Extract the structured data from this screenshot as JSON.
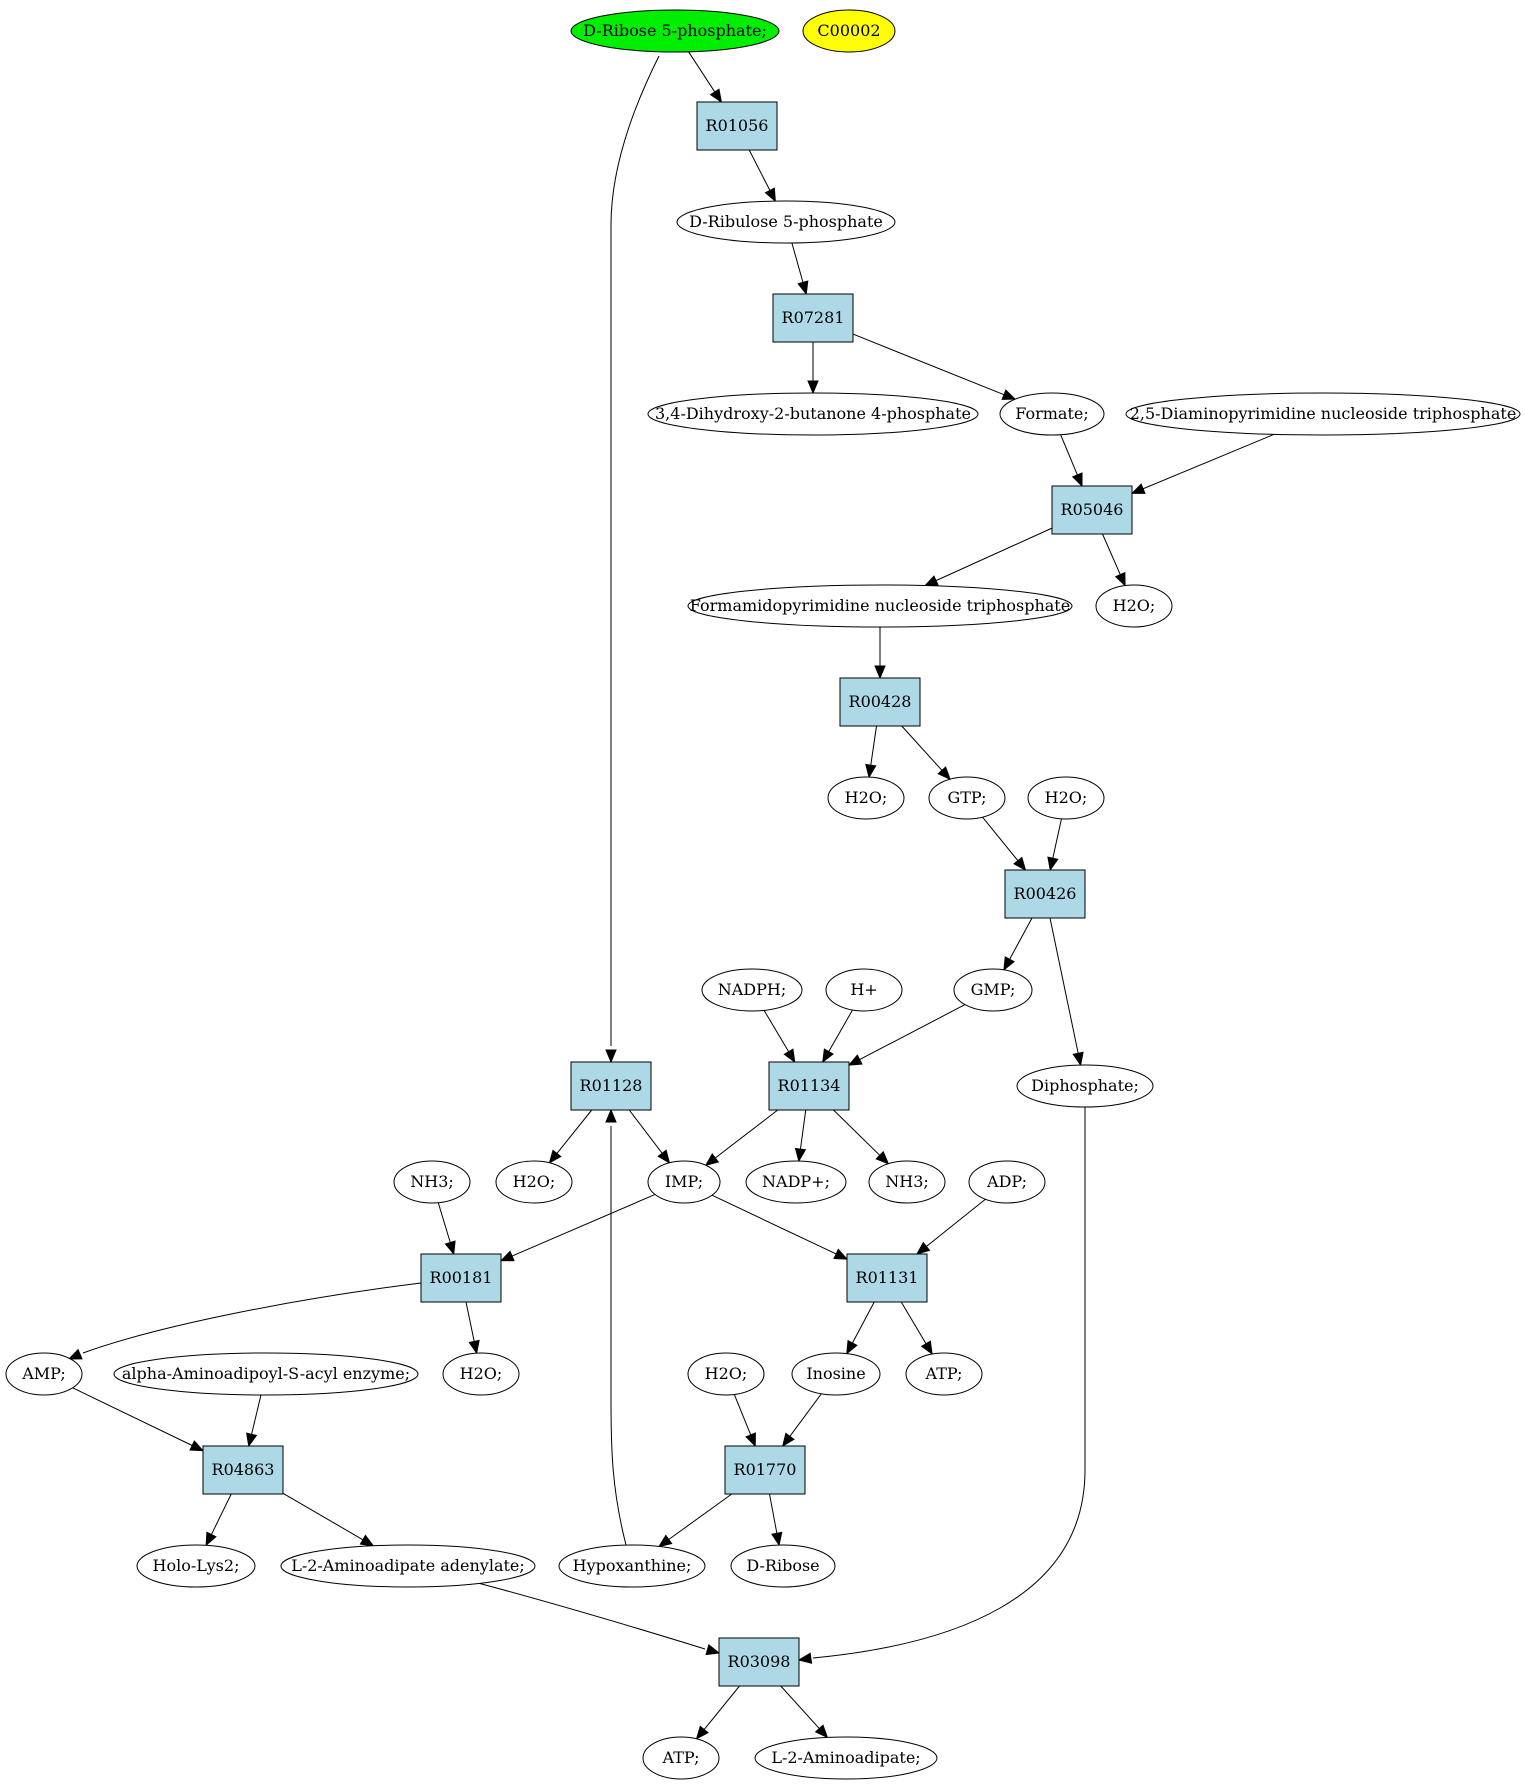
{
  "diagram": {
    "colors": {
      "start": "#00ee00",
      "target": "#ffff00",
      "reaction": "#add8e6",
      "compound": "#ffffff",
      "stroke": "#000000"
    },
    "nodes": [
      {
        "id": "c_rib5p",
        "label": "D-Ribose 5-phosphate;",
        "kind": "start"
      },
      {
        "id": "c_c00002",
        "label": "C00002",
        "kind": "target"
      },
      {
        "id": "r01056",
        "label": "R01056",
        "kind": "reaction"
      },
      {
        "id": "c_ribu5p",
        "label": "D-Ribulose 5-phosphate",
        "kind": "compound"
      },
      {
        "id": "r07281",
        "label": "R07281",
        "kind": "reaction"
      },
      {
        "id": "c_dhbp",
        "label": "3,4-Dihydroxy-2-butanone 4-phosphate",
        "kind": "compound"
      },
      {
        "id": "c_formate",
        "label": "Formate;",
        "kind": "compound"
      },
      {
        "id": "c_dapnt",
        "label": "2,5-Diaminopyrimidine nucleoside triphosphate",
        "kind": "compound"
      },
      {
        "id": "r05046",
        "label": "R05046",
        "kind": "reaction"
      },
      {
        "id": "c_fapnt",
        "label": "Formamidopyrimidine nucleoside triphosphate",
        "kind": "compound"
      },
      {
        "id": "c_h2o_a",
        "label": "H2O;",
        "kind": "compound"
      },
      {
        "id": "r00428",
        "label": "R00428",
        "kind": "reaction"
      },
      {
        "id": "c_h2o_b",
        "label": "H2O;",
        "kind": "compound"
      },
      {
        "id": "c_gtp",
        "label": "GTP;",
        "kind": "compound"
      },
      {
        "id": "c_h2o_c",
        "label": "H2O;",
        "kind": "compound"
      },
      {
        "id": "r00426",
        "label": "R00426",
        "kind": "reaction"
      },
      {
        "id": "c_nadph",
        "label": "NADPH;",
        "kind": "compound"
      },
      {
        "id": "c_hplus",
        "label": "H+",
        "kind": "compound"
      },
      {
        "id": "c_gmp",
        "label": "GMP;",
        "kind": "compound"
      },
      {
        "id": "r01128",
        "label": "R01128",
        "kind": "reaction"
      },
      {
        "id": "r01134",
        "label": "R01134",
        "kind": "reaction"
      },
      {
        "id": "c_diphos",
        "label": "Diphosphate;",
        "kind": "compound"
      },
      {
        "id": "c_nh3_a",
        "label": "NH3;",
        "kind": "compound"
      },
      {
        "id": "c_h2o_d",
        "label": "H2O;",
        "kind": "compound"
      },
      {
        "id": "c_imp",
        "label": "IMP;",
        "kind": "compound"
      },
      {
        "id": "c_nadp",
        "label": "NADP+;",
        "kind": "compound"
      },
      {
        "id": "c_nh3_b",
        "label": "NH3;",
        "kind": "compound"
      },
      {
        "id": "c_adp",
        "label": "ADP;",
        "kind": "compound"
      },
      {
        "id": "r00181",
        "label": "R00181",
        "kind": "reaction"
      },
      {
        "id": "r01131",
        "label": "R01131",
        "kind": "reaction"
      },
      {
        "id": "c_amp",
        "label": "AMP;",
        "kind": "compound"
      },
      {
        "id": "c_aaas",
        "label": "alpha-Aminoadipoyl-S-acyl enzyme;",
        "kind": "compound"
      },
      {
        "id": "c_h2o_e",
        "label": "H2O;",
        "kind": "compound"
      },
      {
        "id": "c_h2o_f",
        "label": "H2O;",
        "kind": "compound"
      },
      {
        "id": "c_inosine",
        "label": "Inosine",
        "kind": "compound"
      },
      {
        "id": "c_atp_a",
        "label": "ATP;",
        "kind": "compound"
      },
      {
        "id": "r04863",
        "label": "R04863",
        "kind": "reaction"
      },
      {
        "id": "r01770",
        "label": "R01770",
        "kind": "reaction"
      },
      {
        "id": "c_hololys2",
        "label": "Holo-Lys2;",
        "kind": "compound"
      },
      {
        "id": "c_l2aad",
        "label": "L-2-Aminoadipate adenylate;",
        "kind": "compound"
      },
      {
        "id": "c_hypox",
        "label": "Hypoxanthine;",
        "kind": "compound"
      },
      {
        "id": "c_dribose",
        "label": "D-Ribose",
        "kind": "compound"
      },
      {
        "id": "r03098",
        "label": "R03098",
        "kind": "reaction"
      },
      {
        "id": "c_atp_b",
        "label": "ATP;",
        "kind": "compound"
      },
      {
        "id": "c_l2aa",
        "label": "L-2-Aminoadipate;",
        "kind": "compound"
      }
    ],
    "edges": [
      {
        "from": "c_rib5p",
        "to": "r01056"
      },
      {
        "from": "c_rib5p",
        "to": "r01128"
      },
      {
        "from": "r01056",
        "to": "c_ribu5p"
      },
      {
        "from": "c_ribu5p",
        "to": "r07281"
      },
      {
        "from": "r07281",
        "to": "c_dhbp"
      },
      {
        "from": "r07281",
        "to": "c_formate"
      },
      {
        "from": "c_formate",
        "to": "r05046"
      },
      {
        "from": "c_dapnt",
        "to": "r05046"
      },
      {
        "from": "r05046",
        "to": "c_fapnt"
      },
      {
        "from": "r05046",
        "to": "c_h2o_a"
      },
      {
        "from": "c_fapnt",
        "to": "r00428"
      },
      {
        "from": "r00428",
        "to": "c_h2o_b"
      },
      {
        "from": "r00428",
        "to": "c_gtp"
      },
      {
        "from": "c_gtp",
        "to": "r00426"
      },
      {
        "from": "c_h2o_c",
        "to": "r00426"
      },
      {
        "from": "r00426",
        "to": "c_gmp"
      },
      {
        "from": "r00426",
        "to": "c_diphos"
      },
      {
        "from": "c_nadph",
        "to": "r01134"
      },
      {
        "from": "c_hplus",
        "to": "r01134"
      },
      {
        "from": "c_gmp",
        "to": "r01134"
      },
      {
        "from": "r01128",
        "to": "c_h2o_d"
      },
      {
        "from": "r01128",
        "to": "c_imp"
      },
      {
        "from": "r01134",
        "to": "c_imp"
      },
      {
        "from": "r01134",
        "to": "c_nadp"
      },
      {
        "from": "r01134",
        "to": "c_nh3_b"
      },
      {
        "from": "c_nh3_a",
        "to": "r00181"
      },
      {
        "from": "c_imp",
        "to": "r00181"
      },
      {
        "from": "c_imp",
        "to": "r01131"
      },
      {
        "from": "c_adp",
        "to": "r01131"
      },
      {
        "from": "r00181",
        "to": "c_amp"
      },
      {
        "from": "r00181",
        "to": "c_h2o_e"
      },
      {
        "from": "r01131",
        "to": "c_inosine"
      },
      {
        "from": "r01131",
        "to": "c_atp_a"
      },
      {
        "from": "c_amp",
        "to": "r04863"
      },
      {
        "from": "c_aaas",
        "to": "r04863"
      },
      {
        "from": "c_h2o_f",
        "to": "r01770"
      },
      {
        "from": "c_inosine",
        "to": "r01770"
      },
      {
        "from": "r04863",
        "to": "c_hololys2"
      },
      {
        "from": "r04863",
        "to": "c_l2aad"
      },
      {
        "from": "r01770",
        "to": "c_hypox"
      },
      {
        "from": "r01770",
        "to": "c_dribose"
      },
      {
        "from": "c_hypox",
        "to": "r01128"
      },
      {
        "from": "c_l2aad",
        "to": "r03098"
      },
      {
        "from": "c_diphos",
        "to": "r03098"
      },
      {
        "from": "r03098",
        "to": "c_atp_b"
      },
      {
        "from": "r03098",
        "to": "c_l2aa"
      }
    ]
  }
}
